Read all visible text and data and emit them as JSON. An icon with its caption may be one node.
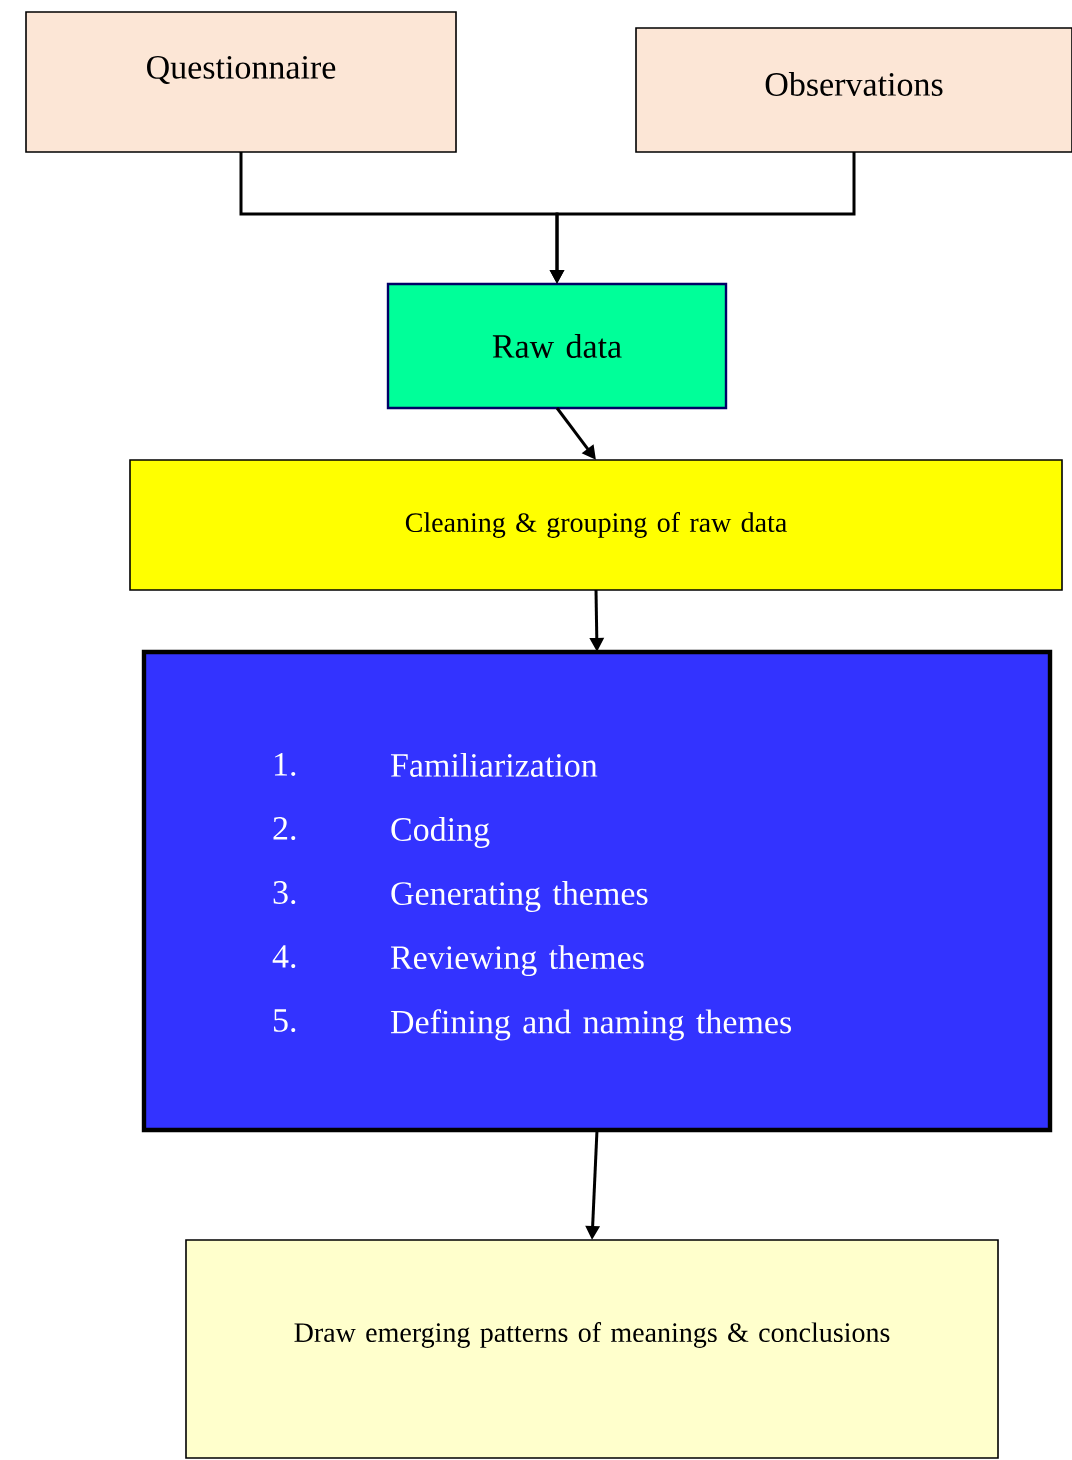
{
  "diagram": {
    "nodes": [
      {
        "text": [
          "Questionnaire"
        ]
      },
      {
        "text": [
          "Observations"
        ]
      },
      {
        "text": [
          "Raw data"
        ]
      },
      {
        "text": [
          "Cleaning & grouping of raw data"
        ]
      },
      {
        "text": [
          "1.",
          "Familiarization",
          "2.",
          "Coding",
          "3.",
          "Generating themes",
          "4.",
          "Reviewing themes",
          "5.",
          "Defining and naming themes"
        ]
      },
      {
        "text": [
          "Draw emerging patterns of meanings & conclusions"
        ]
      }
    ],
    "edges": [
      {
        "from": 0,
        "to": 2,
        "arrow": "to"
      },
      {
        "from": 1,
        "to": 2,
        "arrow": "to"
      },
      {
        "from": 2,
        "to": 3,
        "arrow": "to"
      },
      {
        "from": 3,
        "to": 4,
        "arrow": "to"
      },
      {
        "from": 4,
        "to": 5,
        "arrow": "to"
      }
    ]
  }
}
